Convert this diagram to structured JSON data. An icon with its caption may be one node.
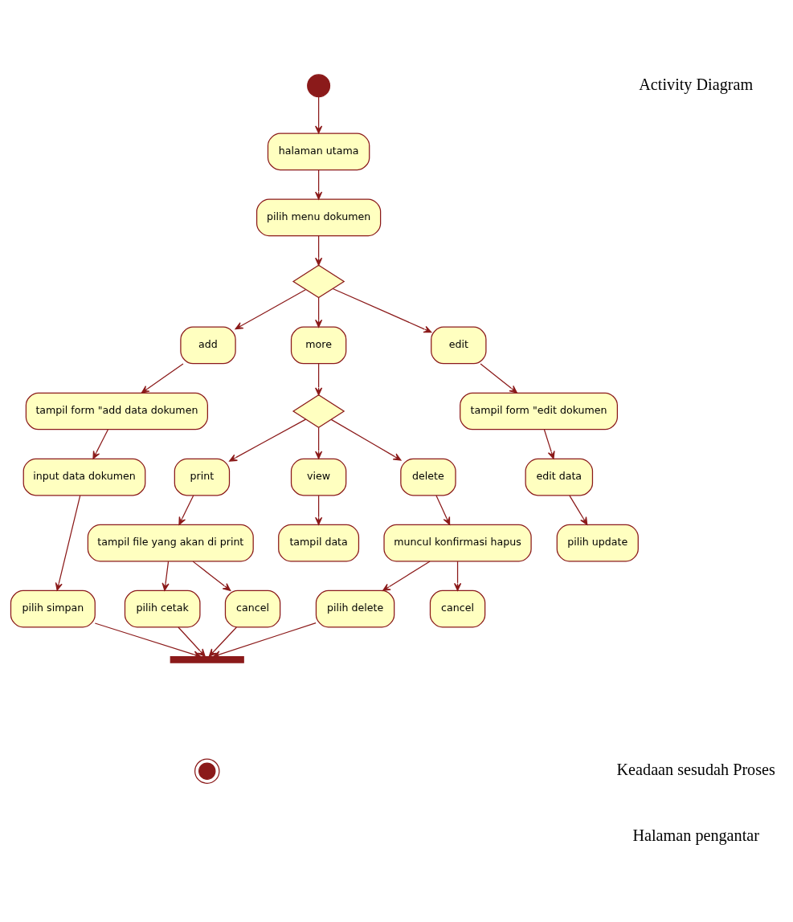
{
  "diagram": {
    "nodes": [
      {
        "text": [],
        "shape": "circle"
      },
      {
        "text": [
          "halaman utama"
        ]
      },
      {
        "text": [
          "pilih menu dokumen"
        ]
      },
      {
        "text": [],
        "shape": "diamond"
      },
      {
        "text": [
          "add"
        ]
      },
      {
        "text": [
          "tampil form \"add data dokumen"
        ]
      },
      {
        "text": [
          "input data dokumen"
        ]
      },
      {
        "text": [
          "pilih simpan"
        ]
      },
      {
        "text": [
          "more"
        ]
      },
      {
        "text": [],
        "shape": "diamond"
      },
      {
        "text": [
          "print"
        ]
      },
      {
        "text": [
          "tampil file yang akan di print"
        ]
      },
      {
        "text": [
          "pilih cetak"
        ]
      },
      {
        "text": [
          "cancel"
        ]
      },
      {
        "text": [
          "view"
        ]
      },
      {
        "text": [
          "tampil data"
        ]
      },
      {
        "text": [
          "delete"
        ]
      },
      {
        "text": [
          "muncul konfirmasi hapus"
        ]
      },
      {
        "text": [
          "pilih delete"
        ]
      },
      {
        "text": [
          "cancel"
        ]
      },
      {
        "text": [
          "edit"
        ]
      },
      {
        "text": [
          "tampil form \"edit dokumen"
        ]
      },
      {
        "text": [
          "edit data"
        ]
      },
      {
        "text": [
          "pilih update"
        ]
      },
      {
        "text": [],
        "shape": "bar"
      },
      {
        "text": [],
        "shape": "bullseye"
      }
    ],
    "edges": [
      {
        "from": 0,
        "to": 1,
        "arrow": "to"
      },
      {
        "from": 1,
        "to": 2,
        "arrow": "to"
      },
      {
        "from": 2,
        "to": 3,
        "arrow": "to"
      },
      {
        "from": 3,
        "to": 4,
        "arrow": "to"
      },
      {
        "from": 3,
        "to": 8,
        "arrow": "to"
      },
      {
        "from": 3,
        "to": 20,
        "arrow": "to"
      },
      {
        "from": 4,
        "to": 5,
        "arrow": "to"
      },
      {
        "from": 5,
        "to": 6,
        "arrow": "to"
      },
      {
        "from": 6,
        "to": 7,
        "arrow": "to"
      },
      {
        "from": 8,
        "to": 9,
        "arrow": "to"
      },
      {
        "from": 9,
        "to": 10,
        "arrow": "to"
      },
      {
        "from": 9,
        "to": 14,
        "arrow": "to"
      },
      {
        "from": 9,
        "to": 16,
        "arrow": "to"
      },
      {
        "from": 10,
        "to": 11,
        "arrow": "to"
      },
      {
        "from": 11,
        "to": 12,
        "arrow": "to"
      },
      {
        "from": 11,
        "to": 13,
        "arrow": "to"
      },
      {
        "from": 14,
        "to": 15,
        "arrow": "to"
      },
      {
        "from": 16,
        "to": 17,
        "arrow": "to"
      },
      {
        "from": 17,
        "to": 18,
        "arrow": "to"
      },
      {
        "from": 17,
        "to": 19,
        "arrow": "to"
      },
      {
        "from": 20,
        "to": 21,
        "arrow": "to"
      },
      {
        "from": 21,
        "to": 22,
        "arrow": "to"
      },
      {
        "from": 22,
        "to": 23,
        "arrow": "to"
      },
      {
        "from": 7,
        "to": 24,
        "arrow": "to"
      },
      {
        "from": 12,
        "to": 24,
        "arrow": "to"
      },
      {
        "from": 13,
        "to": 24,
        "arrow": "to"
      },
      {
        "from": 18,
        "to": 24,
        "arrow": "to"
      }
    ],
    "labels": [
      "Activity Diagram",
      "Keadaan sesudah Proses",
      "Halaman pengantar"
    ]
  }
}
